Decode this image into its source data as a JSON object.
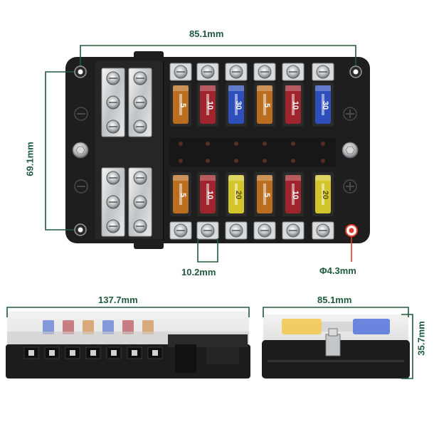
{
  "dimensions": {
    "top_width": "85.1mm",
    "top_height": "69.1mm",
    "terminal_spacing": "10.2mm",
    "hole_diameter": "Φ4.3mm",
    "front_length": "137.7mm",
    "side_width": "85.1mm",
    "side_height": "35.7mm"
  },
  "fuses": {
    "top_row": [
      "5",
      "10",
      "30",
      "5",
      "10",
      "30"
    ],
    "bottom_row": [
      "5",
      "10",
      "20",
      "5",
      "10",
      "20"
    ]
  },
  "colors": {
    "dimension_line": "#1f5a3c",
    "body": "#1c1c1c",
    "fuse_5a": "#c8741f",
    "fuse_10a": "#a9242c",
    "fuse_20a": "#e2d42c",
    "fuse_30a": "#2f52c8",
    "led": "#e23a2a"
  }
}
